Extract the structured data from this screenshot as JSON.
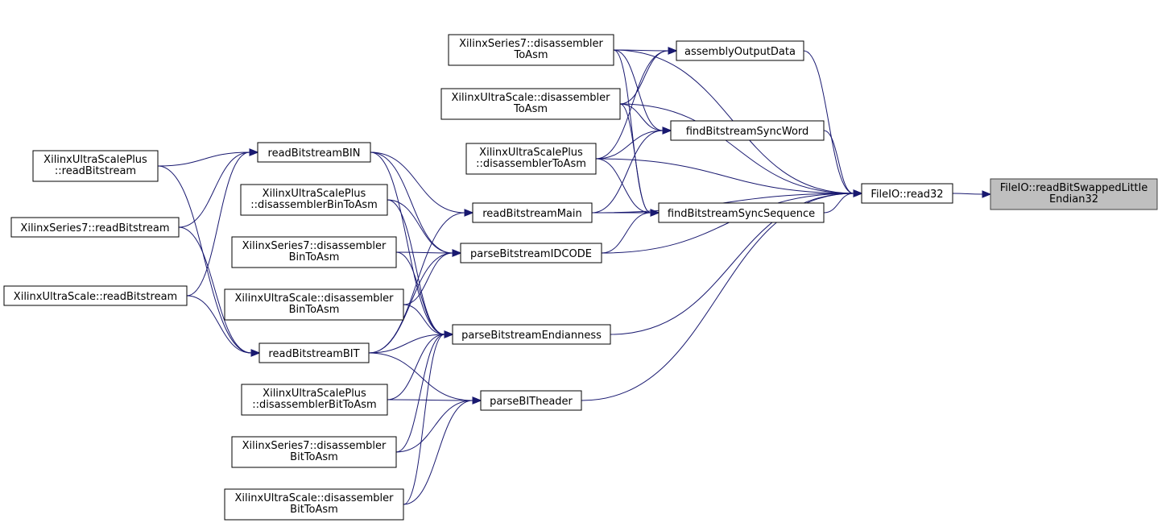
{
  "title": "Caller graph of FileIO::readBitSwappedLittleEndian32",
  "colors": {
    "edge": "#191970",
    "root_fill": "#bfbfbf",
    "node_fill": "#ffffff"
  },
  "nodes": [
    {
      "id": "root",
      "lines": [
        "FileIO::readBitSwappedLittle",
        "Endian32"
      ],
      "root": true
    },
    {
      "id": "read32",
      "lines": [
        "FileIO::read32"
      ]
    },
    {
      "id": "aod",
      "lines": [
        "assemblyOutputData"
      ]
    },
    {
      "id": "fbsw",
      "lines": [
        "findBitstreamSyncWord"
      ]
    },
    {
      "id": "fbss",
      "lines": [
        "findBitstreamSyncSequence"
      ]
    },
    {
      "id": "rbm",
      "lines": [
        "readBitstreamMain"
      ]
    },
    {
      "id": "pbid",
      "lines": [
        "parseBitstreamIDCODE"
      ]
    },
    {
      "id": "pbe",
      "lines": [
        "parseBitstreamEndianness"
      ]
    },
    {
      "id": "pbit",
      "lines": [
        "parseBITheader"
      ]
    },
    {
      "id": "s7dta",
      "lines": [
        "XilinxSeries7::disassembler",
        "ToAsm"
      ]
    },
    {
      "id": "usdta",
      "lines": [
        "XilinxUltraScale::disassembler",
        "ToAsm"
      ]
    },
    {
      "id": "uspdta",
      "lines": [
        "XilinxUltraScalePlus",
        "::disassemblerToAsm"
      ]
    },
    {
      "id": "rbin",
      "lines": [
        "readBitstreamBIN"
      ]
    },
    {
      "id": "rbit",
      "lines": [
        "readBitstreamBIT"
      ]
    },
    {
      "id": "uspdbin",
      "lines": [
        "XilinxUltraScalePlus",
        "::disassemblerBinToAsm"
      ]
    },
    {
      "id": "s7dbin",
      "lines": [
        "XilinxSeries7::disassembler",
        "BinToAsm"
      ]
    },
    {
      "id": "usdbin",
      "lines": [
        "XilinxUltraScale::disassembler",
        "BinToAsm"
      ]
    },
    {
      "id": "uspdbit",
      "lines": [
        "XilinxUltraScalePlus",
        "::disassemblerBitToAsm"
      ]
    },
    {
      "id": "s7dbit",
      "lines": [
        "XilinxSeries7::disassembler",
        "BitToAsm"
      ]
    },
    {
      "id": "usdbit",
      "lines": [
        "XilinxUltraScale::disassembler",
        "BitToAsm"
      ]
    },
    {
      "id": "usprb",
      "lines": [
        "XilinxUltraScalePlus",
        "::readBitstream"
      ]
    },
    {
      "id": "s7rb",
      "lines": [
        "XilinxSeries7::readBitstream"
      ]
    },
    {
      "id": "usrb",
      "lines": [
        "XilinxUltraScale::readBitstream"
      ]
    }
  ],
  "edges": [
    [
      "read32",
      "root"
    ],
    [
      "aod",
      "read32"
    ],
    [
      "fbsw",
      "read32"
    ],
    [
      "fbss",
      "read32"
    ],
    [
      "rbm",
      "read32"
    ],
    [
      "pbid",
      "read32"
    ],
    [
      "pbe",
      "read32"
    ],
    [
      "pbit",
      "read32"
    ],
    [
      "s7dta",
      "read32"
    ],
    [
      "usdta",
      "read32"
    ],
    [
      "uspdta",
      "read32"
    ],
    [
      "s7dta",
      "aod"
    ],
    [
      "usdta",
      "aod"
    ],
    [
      "uspdta",
      "aod"
    ],
    [
      "s7dta",
      "fbsw"
    ],
    [
      "usdta",
      "fbsw"
    ],
    [
      "uspdta",
      "fbsw"
    ],
    [
      "rbm",
      "fbsw"
    ],
    [
      "s7dta",
      "fbss"
    ],
    [
      "usdta",
      "fbss"
    ],
    [
      "uspdta",
      "fbss"
    ],
    [
      "rbm",
      "fbss"
    ],
    [
      "pbid",
      "fbss"
    ],
    [
      "rbin",
      "rbm"
    ],
    [
      "rbit",
      "rbm"
    ],
    [
      "rbin",
      "pbid"
    ],
    [
      "rbit",
      "pbid"
    ],
    [
      "uspdbin",
      "pbid"
    ],
    [
      "s7dbin",
      "pbid"
    ],
    [
      "usdbin",
      "pbid"
    ],
    [
      "rbin",
      "pbe"
    ],
    [
      "rbit",
      "pbe"
    ],
    [
      "uspdbin",
      "pbe"
    ],
    [
      "s7dbin",
      "pbe"
    ],
    [
      "usdbin",
      "pbe"
    ],
    [
      "uspdbit",
      "pbe"
    ],
    [
      "s7dbit",
      "pbe"
    ],
    [
      "usdbit",
      "pbe"
    ],
    [
      "rbit",
      "pbit"
    ],
    [
      "uspdbit",
      "pbit"
    ],
    [
      "s7dbit",
      "pbit"
    ],
    [
      "usdbit",
      "pbit"
    ],
    [
      "usprb",
      "rbin"
    ],
    [
      "s7rb",
      "rbin"
    ],
    [
      "usrb",
      "rbin"
    ],
    [
      "usprb",
      "rbit"
    ],
    [
      "s7rb",
      "rbit"
    ],
    [
      "usrb",
      "rbit"
    ]
  ]
}
